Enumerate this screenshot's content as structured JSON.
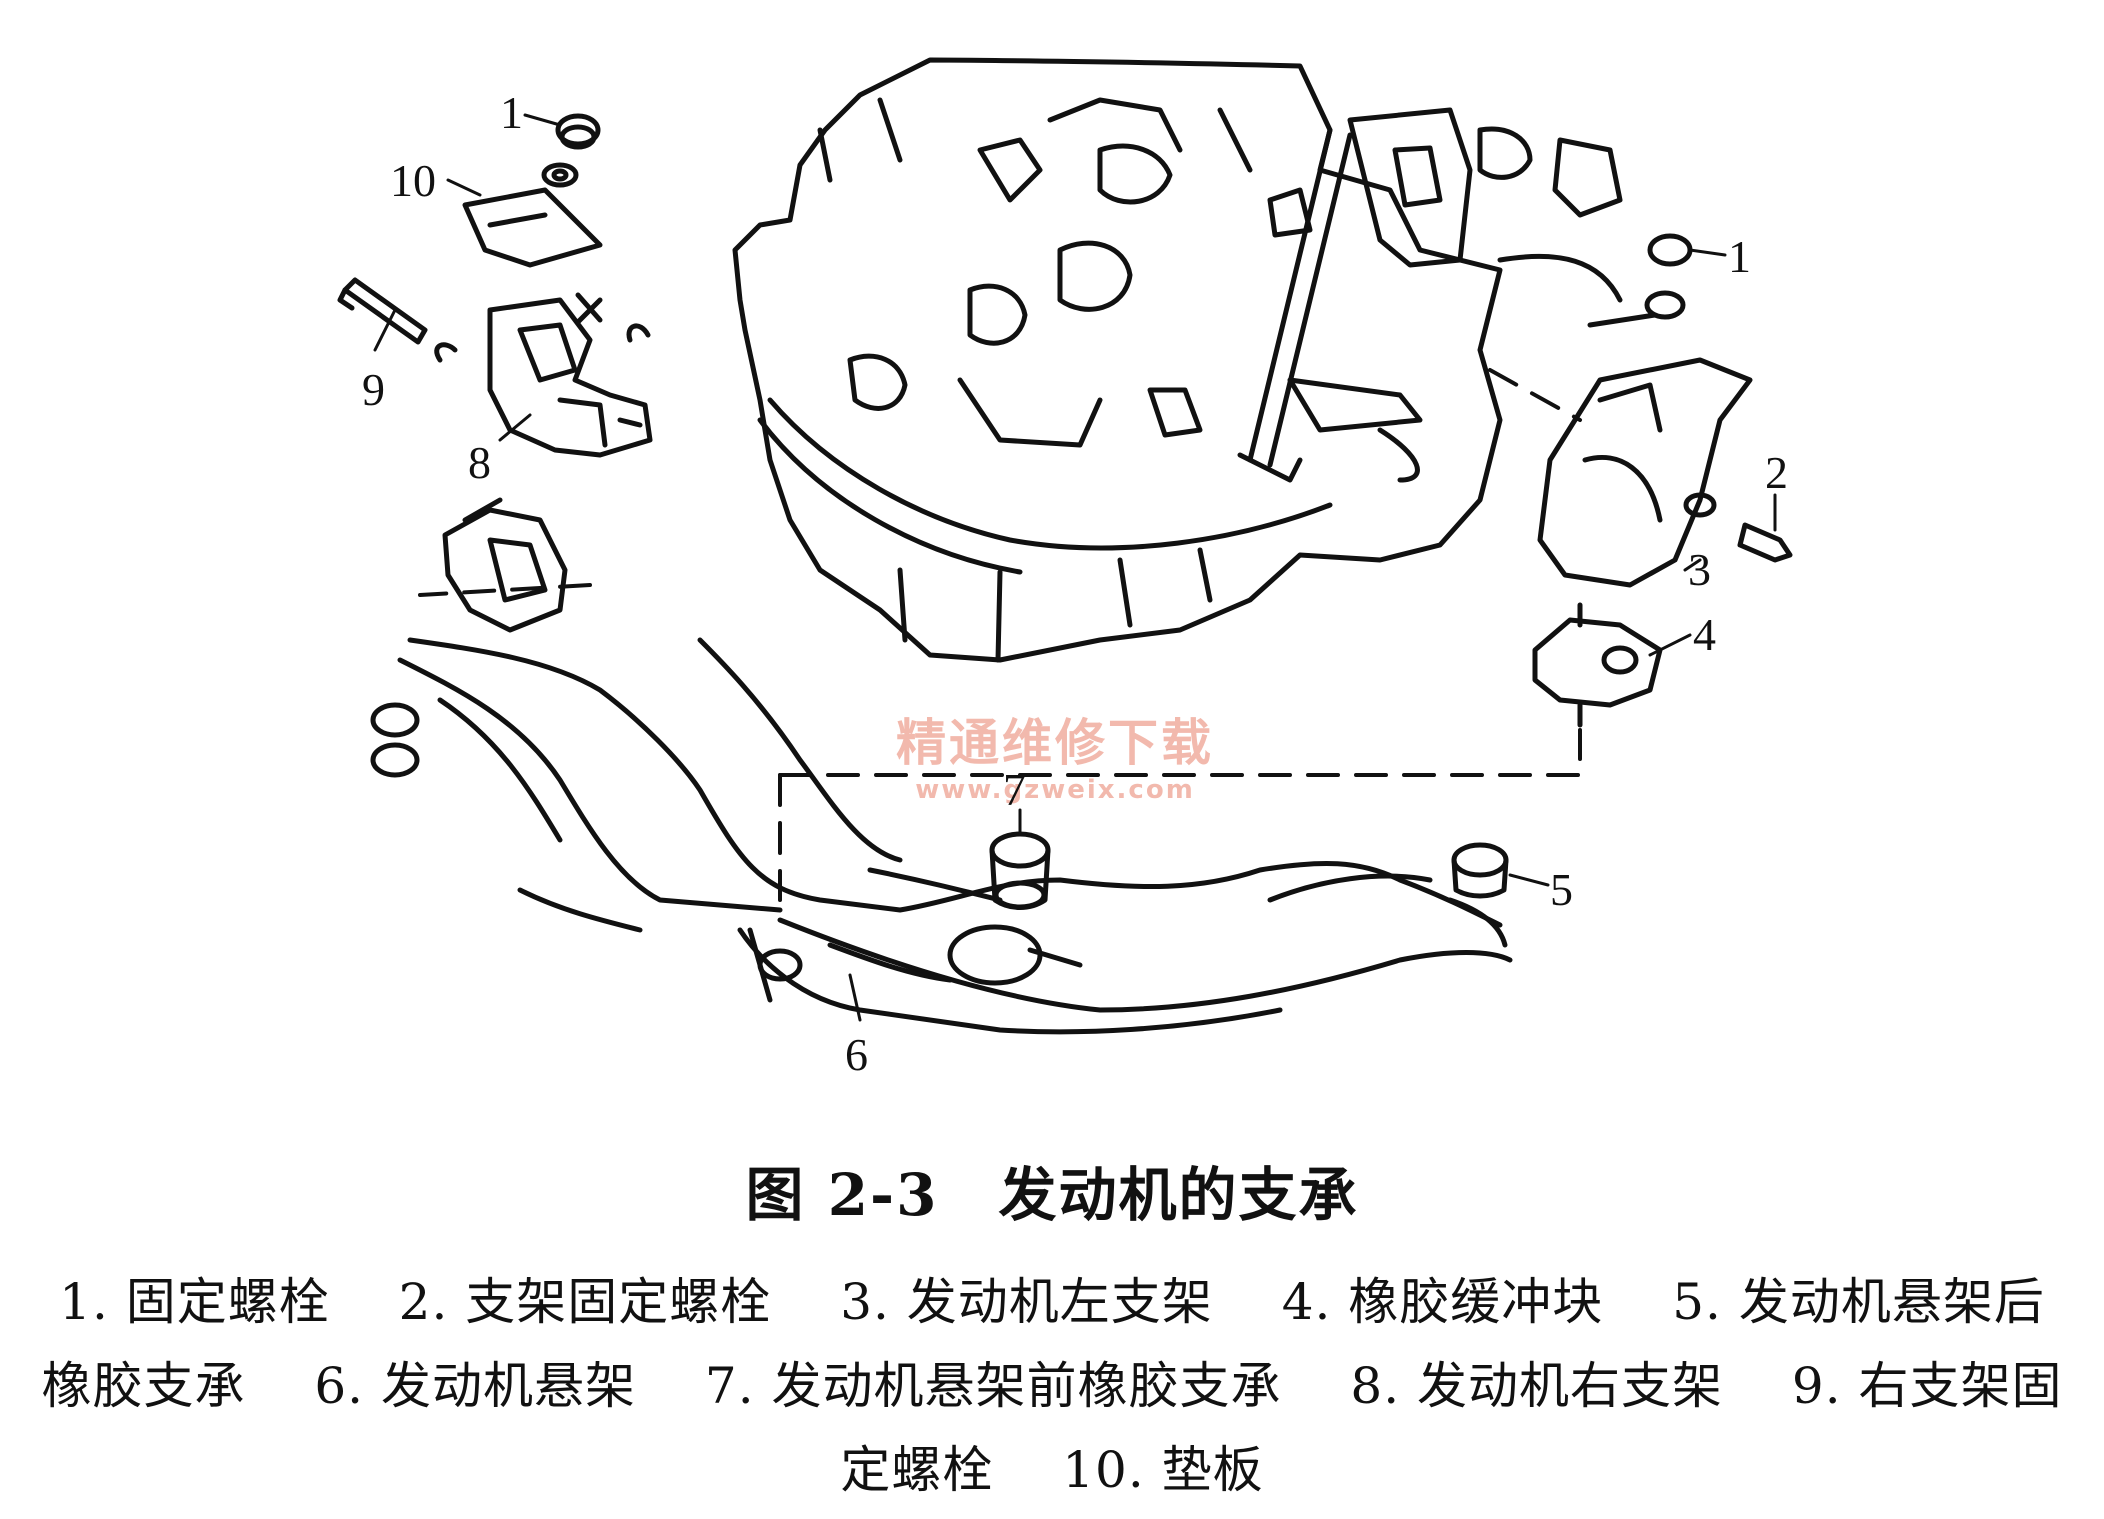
{
  "figure": {
    "caption_title": "图 2-3　发动机的支承",
    "legend": [
      {
        "num": "1",
        "text": "固定螺栓"
      },
      {
        "num": "2",
        "text": "支架固定螺栓"
      },
      {
        "num": "3",
        "text": "发动机左支架"
      },
      {
        "num": "4",
        "text": "橡胶缓冲块"
      },
      {
        "num": "5",
        "text": "发动机悬架后橡胶支承"
      },
      {
        "num": "6",
        "text": "发动机悬架"
      },
      {
        "num": "7",
        "text": "发动机悬架前橡胶支承"
      },
      {
        "num": "8",
        "text": "发动机右支架"
      },
      {
        "num": "9",
        "text": "右支架固定螺栓"
      },
      {
        "num": "10",
        "text": "垫板"
      }
    ],
    "legend_lines": [
      [
        "1. 固定螺栓",
        "2. 支架固定螺栓",
        "3. 发动机左支架",
        "4. 橡胶缓冲块",
        "5. 发动机悬架后"
      ],
      [
        "橡胶支承",
        "6. 发动机悬架",
        "7. 发动机悬架前橡胶支承",
        "8. 发动机右支架",
        "9. 右支架固"
      ],
      [
        "定螺栓",
        "10. 垫板"
      ]
    ]
  },
  "callouts": {
    "c1_left": "1",
    "c10": "10",
    "c9": "9",
    "c8": "8",
    "c1_right": "1",
    "c2": "2",
    "c3": "3",
    "c4": "4",
    "c5": "5",
    "c6": "6",
    "c7": "7"
  },
  "watermark": {
    "text_cn": "精通维修下载",
    "url": "www.gzweix.com",
    "color": "#f2b9ad"
  }
}
